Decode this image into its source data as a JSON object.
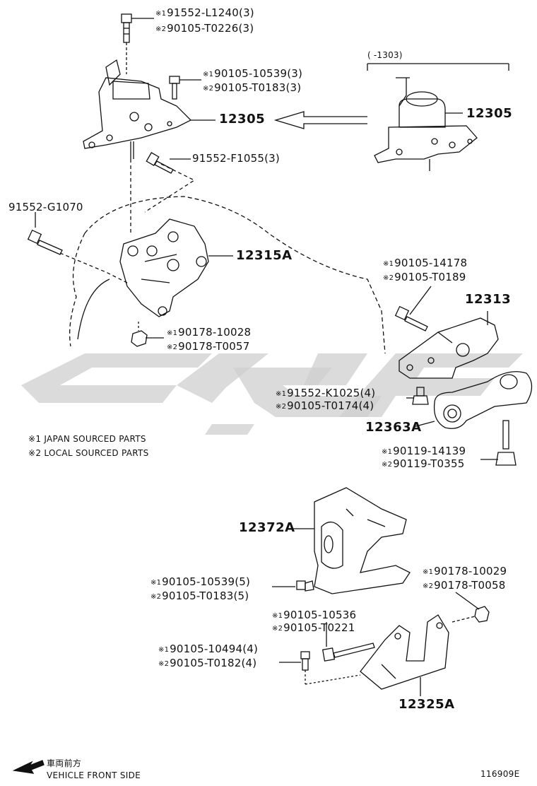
{
  "diagram_id": "116909E",
  "footnotes": {
    "mark1": "※1",
    "mark2": "※2",
    "note1": "JAPAN SOURCED PARTS",
    "note2": "LOCAL SOURCED PARTS"
  },
  "front_side": {
    "jp": "車両前方",
    "en": "VEHICLE FRONT SIDE"
  },
  "range_note": "(    -1303)",
  "parts": {
    "bolt_top": {
      "p1": "91552-L1240(3)",
      "p2": "90105-T0226(3)"
    },
    "bolt_mid": {
      "p1": "90105-10539(3)",
      "p2": "90105-T0183(3)"
    },
    "mount_12305": "12305",
    "mount_12305_alt": "12305",
    "bolt_f1055": "91552-F1055(3)",
    "bolt_g1070": "91552-G1070",
    "bracket_12315a": "12315A",
    "nut_10028": {
      "p1": "90178-10028",
      "p2": "90178-T0057"
    },
    "bolt_14178": {
      "p1": "90105-14178",
      "p2": "90105-T0189"
    },
    "bracket_12313": "12313",
    "bolt_k1025": {
      "p1": "91552-K1025(4)",
      "p2": "90105-T0174(4)"
    },
    "rod_12363a": "12363A",
    "bolt_14139": {
      "p1": "90119-14139",
      "p2": "90119-T0355"
    },
    "mount_12372a": "12372A",
    "bolt_10539_5": {
      "p1": "90105-10539(5)",
      "p2": "90105-T0183(5)"
    },
    "nut_10029": {
      "p1": "90178-10029",
      "p2": "90178-T0058"
    },
    "bolt_10536": {
      "p1": "90105-10536",
      "p2": "90105-T0221"
    },
    "bolt_10494": {
      "p1": "90105-10494(4)",
      "p2": "90105-T0182(4)"
    },
    "bracket_12325a": "12325A"
  },
  "colors": {
    "line": "#111111",
    "watermark": "#c8c8c8"
  }
}
